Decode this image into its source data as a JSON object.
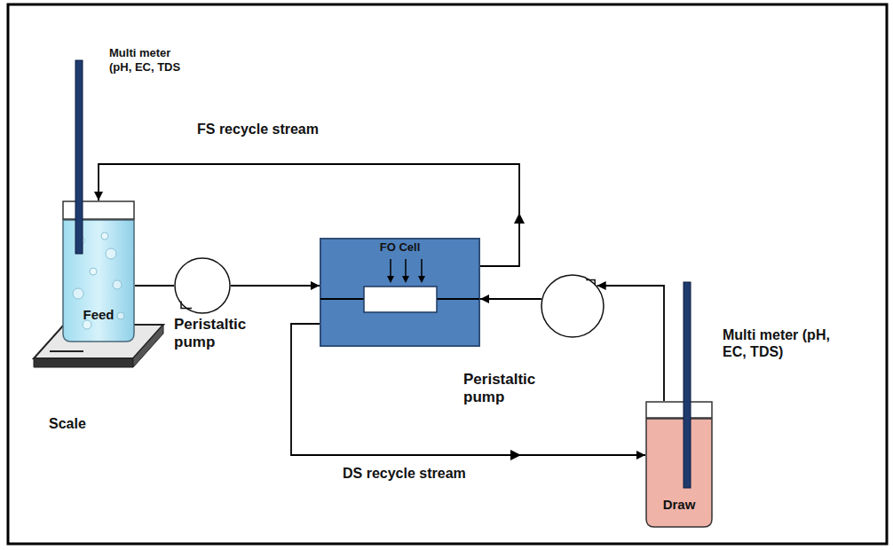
{
  "diagram": {
    "nodes": [
      {
        "text": [
          "Feed"
        ]
      },
      {
        "text": [
          "Peristaltic pump"
        ]
      },
      {
        "text": [
          "FO Cell"
        ]
      },
      {
        "text": [
          "Peristaltic pump"
        ]
      },
      {
        "text": [
          "Draw"
        ]
      }
    ],
    "edges": [
      {
        "from": 0,
        "to": 1,
        "arrow": "none"
      },
      {
        "from": 1,
        "to": 2,
        "arrow": "to"
      },
      {
        "from": 2,
        "to": 0,
        "label": "FS recycle stream",
        "arrow": "to"
      },
      {
        "from": 4,
        "to": 3,
        "arrow": "to"
      },
      {
        "from": 3,
        "to": 2,
        "arrow": "to"
      },
      {
        "from": 2,
        "to": 4,
        "label": "DS recycle stream",
        "arrow": "to"
      }
    ],
    "labels": [
      "Multi meter (pH, EC, TDS",
      "Scale",
      "Multi meter (pH, EC, TDS)"
    ]
  }
}
